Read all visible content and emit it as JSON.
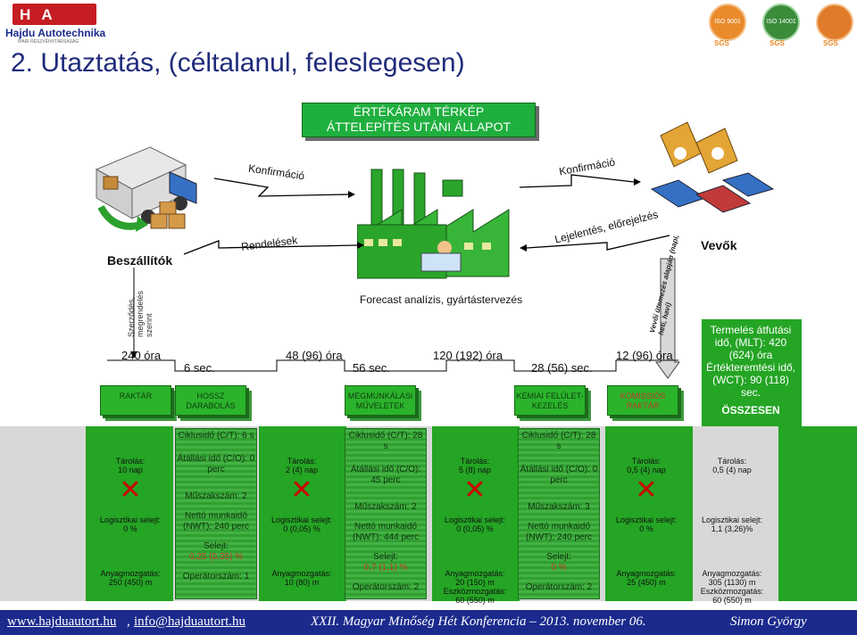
{
  "header": {
    "logo_text": "Hajdu Autotechnika",
    "logo_sub": "IPARI RÉSZVÉNYTÁRSASÁG",
    "cert1": "ISO 9001",
    "cert2": "ISO 14001",
    "cert_sgs": "SGS"
  },
  "title": "2. Utaztatás, (céltalanul, feleslegesen)",
  "vsm_box": {
    "line1": "ÉRTÉKÁRAM TÉRKÉP",
    "line2": "ÁTTELEPÍTÉS UTÁNI ÁLLAPOT"
  },
  "flows": {
    "konfirm_left": "Konfirmáció",
    "konfirm_right": "Konfirmáció",
    "rendelesek": "Rendelések",
    "lejelentes": "Lejelentés, előrejelzés",
    "forecast": "Forecast analízis, gyártástervezés",
    "szerzodes": "Szerződés, megrendelés szerint",
    "vevoi_utemezes": "Vevői ütemezés alapján (napi, heti, havi)"
  },
  "parties": {
    "suppliers": "Beszállítók",
    "customers": "Vevők"
  },
  "timeline": {
    "t1": "240 óra",
    "t2": "6 sec.",
    "t3": "48 (96) óra",
    "t4": "56 sec.",
    "t5": "120 (192) óra",
    "t6": "28 (56) sec.",
    "t7": "12 (96) óra"
  },
  "processes": [
    {
      "name": "RAKTÁR"
    },
    {
      "name": "HOSSZ DARABOLÁS"
    },
    {
      "name": "MEGMUNKÁLÁSI MŰVELETEK"
    },
    {
      "name": "KÉMIAI FELÜLET- KEZELÉS"
    },
    {
      "name": "KOMISSIÓS RAKTÁR"
    }
  ],
  "summary": {
    "mlt": "Termelés átfutási idő, (MLT): 420 (624) óra",
    "wct": "Értékteremtési idő, (WCT): 90 (118) sec.",
    "total": "ÖSSZESEN"
  },
  "storage": [
    {
      "label": "Tárolás:",
      "value": "10 nap",
      "selejt": "Logisztikai selejt:",
      "selejt_val": "0 %",
      "mozg": "Anyagmozgatás:",
      "mozg_val": "250 (450) m",
      "extra": ""
    },
    {
      "label": "Tárolás:",
      "value": "2 (4) nap",
      "selejt": "Logisztikai selejt:",
      "selejt_val": "0 (0,05) %",
      "mozg": "Anyagmozgatás:",
      "mozg_val": "10 (80) m",
      "extra": ""
    },
    {
      "label": "Tárolás:",
      "value": "5 (8) nap",
      "selejt": "Logisztikai selejt:",
      "selejt_val": "0 (0,05) %",
      "mozg": "Anyagmozgatás:",
      "mozg_val": "20 (150) m",
      "extra": "Eszközmozgatás:",
      "extra_val": "60 (550) m"
    },
    {
      "label": "Tárolás:",
      "value": "0,5 (4) nap",
      "selejt": "Logisztikai selejt:",
      "selejt_val": "0 %",
      "mozg": "Anyagmozgatás:",
      "mozg_val": "25 (450) m",
      "extra": ""
    },
    {
      "label": "Tárolás:",
      "value": "0,5 (4) nap",
      "selejt": "Logisztikai selejt:",
      "selejt_val": "1,1 (3,26)%",
      "mozg": "Anyagmozgatás:",
      "mozg_val": "305 (1130) m",
      "extra": "Eszközmozgatás:",
      "extra_val": "60 (550) m"
    }
  ],
  "data_boxes": [
    {
      "ct": "Ciklusidő (C/T): 6 s",
      "co": "Átállási idő (C/O): 0 perc",
      "muszak": "Műszakszám: 2",
      "netto": "Nettó munkaidő (NWT): 240 perc",
      "selejt": "Selejt:",
      "selejt_val": "0,25 (0,35) %",
      "oper": "Operátorszám: 1"
    },
    {
      "ct": "Ciklusidő (C/T): 28 s",
      "co": "Átállási idő (C/O): 45 perc",
      "muszak": "Műszakszám: 2",
      "netto": "Nettó munkaidő (NWT): 444 perc",
      "selejt": "Selejt:",
      "selejt_val": "0,7 (1,1) %",
      "oper": "Operátorszám: 2"
    },
    {
      "ct": "Ciklusidő (C/T): 28 s",
      "co": "Átállási idő (C/O): 0 perc",
      "muszak": "Műszakszám: 3",
      "netto": "Nettó munkaidő (NWT): 240 perc",
      "selejt": "Selejt:",
      "selejt_val": "0 %",
      "oper": "Operátorszám: 2"
    }
  ],
  "footer": {
    "web": "www.hajduautort.hu",
    "email": "info@hajduautort.hu",
    "conf": "XXII. Magyar Minőség Hét Konferencia – 2013. november 06.",
    "author": "Simon György"
  },
  "colors": {
    "green": "#24a524",
    "blue": "#1b2a8c",
    "title": "#1f2a7a"
  }
}
